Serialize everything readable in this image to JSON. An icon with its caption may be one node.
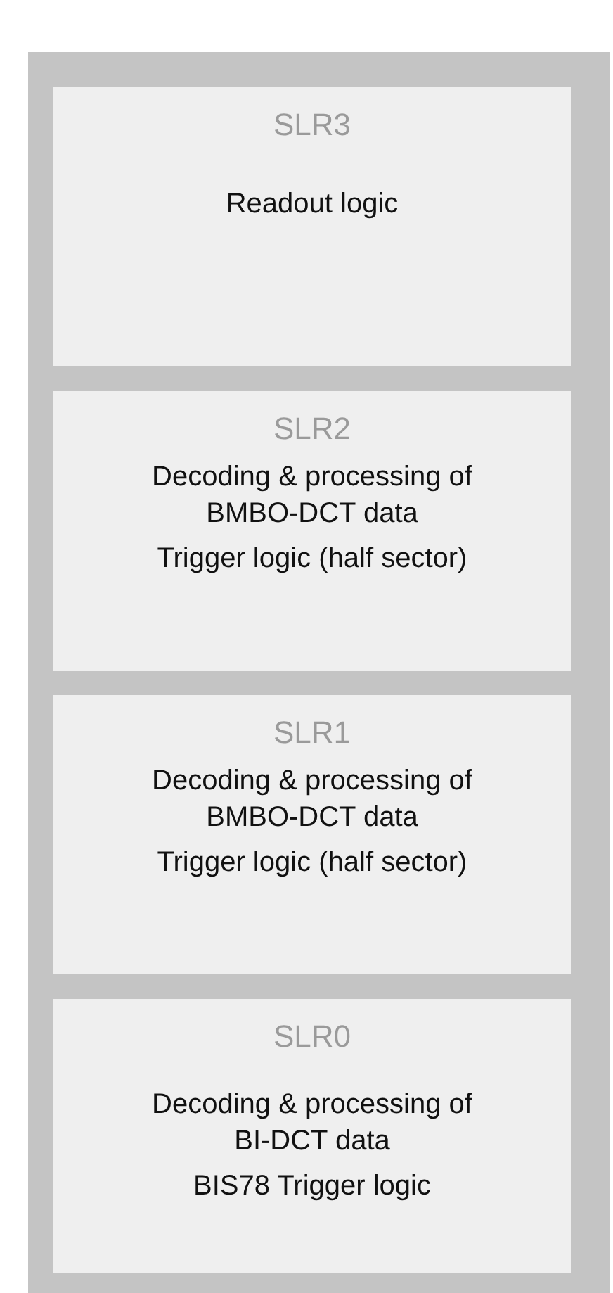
{
  "diagram": {
    "nodes": [
      {
        "text": [],
        "shape": "box"
      },
      {
        "text": [
          "SLR3",
          "Readout logic"
        ],
        "in": 0
      },
      {
        "text": [
          "SLR2",
          "Decoding & processing of BMBO-DCT data",
          "Trigger logic (half sector)"
        ],
        "in": 0
      },
      {
        "text": [
          "SLR1",
          "Decoding & processing of BMBO-DCT data",
          "Trigger logic (half sector)"
        ],
        "in": 0
      },
      {
        "text": [
          "SLR0",
          "Decoding & processing of BI-DCT data",
          "BIS78 Trigger logic"
        ],
        "in": 0
      }
    ]
  }
}
